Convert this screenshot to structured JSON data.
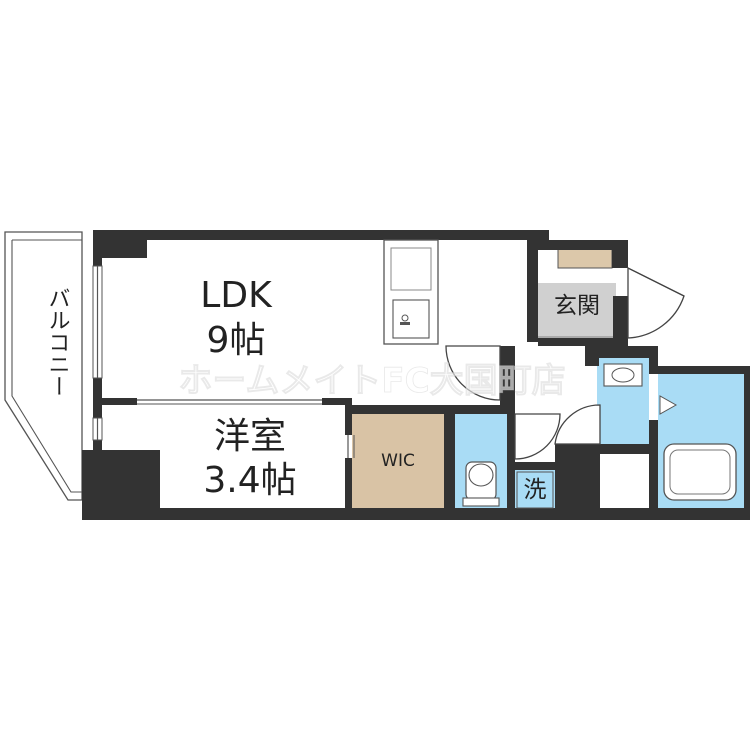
{
  "rooms": {
    "ldk_name": "LDK",
    "ldk_size": "9帖",
    "bedroom_name": "洋室",
    "bedroom_size": "3.4帖",
    "wic": "WIC",
    "entrance": "玄関",
    "laundry": "洗",
    "balcony": "バルコニー"
  },
  "watermark": "ホームメイトFC大国町店",
  "colors": {
    "wall": "#333333",
    "wic_fill": "#d9c3a5",
    "water_fill": "#a9dcf5",
    "entrance_fill": "#d0d0d0",
    "shoe_box_fill": "#dcc8aa"
  }
}
